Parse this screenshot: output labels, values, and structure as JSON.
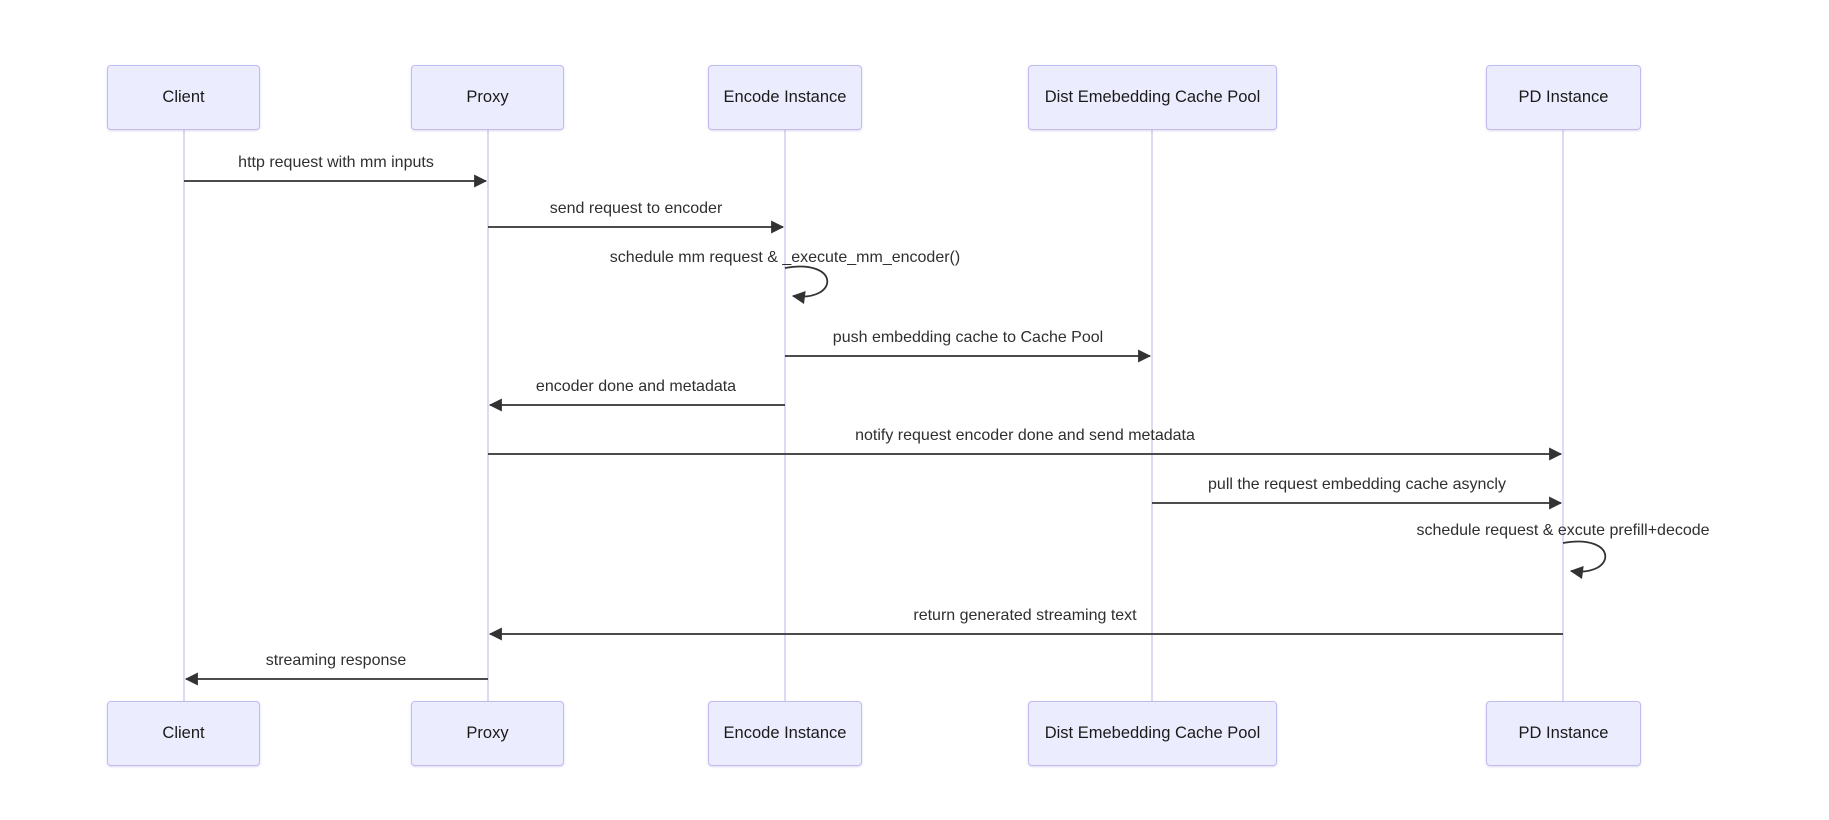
{
  "diagram": {
    "type": "sequence-diagram",
    "background_color": "#ffffff",
    "colors": {
      "actor_fill": "#ECECFF",
      "actor_border": "#c2bcee",
      "lifeline": "#d2cdf2",
      "arrow": "#333333",
      "message_text": "#2f2f2f",
      "actor_text": "#1a1a1a"
    },
    "actors": [
      {
        "label": "Client"
      },
      {
        "label": "Proxy"
      },
      {
        "label": "Encode Instance"
      },
      {
        "label": "Dist Emebedding Cache Pool"
      },
      {
        "label": "PD Instance"
      }
    ],
    "messages": [
      {
        "text": "http request with mm inputs",
        "from": "Client",
        "to": "Proxy",
        "kind": "solid-arrow"
      },
      {
        "text": "send request to encoder",
        "from": "Proxy",
        "to": "Encode Instance",
        "kind": "solid-arrow"
      },
      {
        "text": "schedule mm request & _execute_mm_encoder()",
        "from": "Encode Instance",
        "to": "Encode Instance",
        "kind": "self-loop"
      },
      {
        "text": "push embedding cache to Cache Pool",
        "from": "Encode Instance",
        "to": "Dist Emebedding Cache Pool",
        "kind": "solid-arrow"
      },
      {
        "text": "encoder done and metadata",
        "from": "Encode Instance",
        "to": "Proxy",
        "kind": "solid-arrow"
      },
      {
        "text": "notify request encoder done and send metadata",
        "from": "Proxy",
        "to": "PD Instance",
        "kind": "solid-arrow"
      },
      {
        "text": "pull the request embedding cache asyncly",
        "from": "Dist Emebedding Cache Pool",
        "to": "PD Instance",
        "kind": "solid-arrow"
      },
      {
        "text": "schedule request & excute prefill+decode",
        "from": "PD Instance",
        "to": "PD Instance",
        "kind": "self-loop"
      },
      {
        "text": "return generated streaming text",
        "from": "PD Instance",
        "to": "Proxy",
        "kind": "solid-arrow"
      },
      {
        "text": "streaming response",
        "from": "Proxy",
        "to": "Client",
        "kind": "solid-arrow"
      }
    ]
  }
}
